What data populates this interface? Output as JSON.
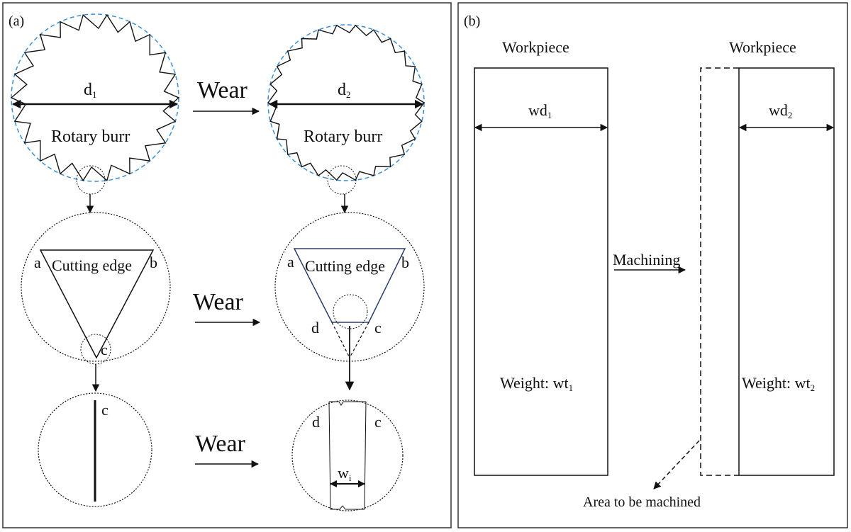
{
  "panel_a": {
    "label": "(a)",
    "wear_arrow_label": "Wear",
    "burr_label": "Rotary burr",
    "d1_main": "d",
    "d1_sub": "1",
    "d2_main": "d",
    "d2_sub": "2",
    "edge_label": "Cutting edge",
    "point_a": "a",
    "point_b": "b",
    "point_c": "c",
    "point_d": "d",
    "wi_main": "w",
    "wi_sub": "i"
  },
  "panel_b": {
    "label": "(b)",
    "workpiece_label": "Workpiece",
    "wd1_main": "wd",
    "wd1_sub": "1",
    "wd2_main": "wd",
    "wd2_sub": "2",
    "machining_label": "Machining",
    "weight_prefix": "Weight: ",
    "wt1_main": "wt",
    "wt1_sub": "1",
    "wt2_main": "wt",
    "wt2_sub": "2",
    "area_label": "Area to be machined"
  },
  "colors": {
    "line": "#111111",
    "dashed_circle": "#3a8fd6",
    "edge_blue": "#2c3e6e"
  }
}
